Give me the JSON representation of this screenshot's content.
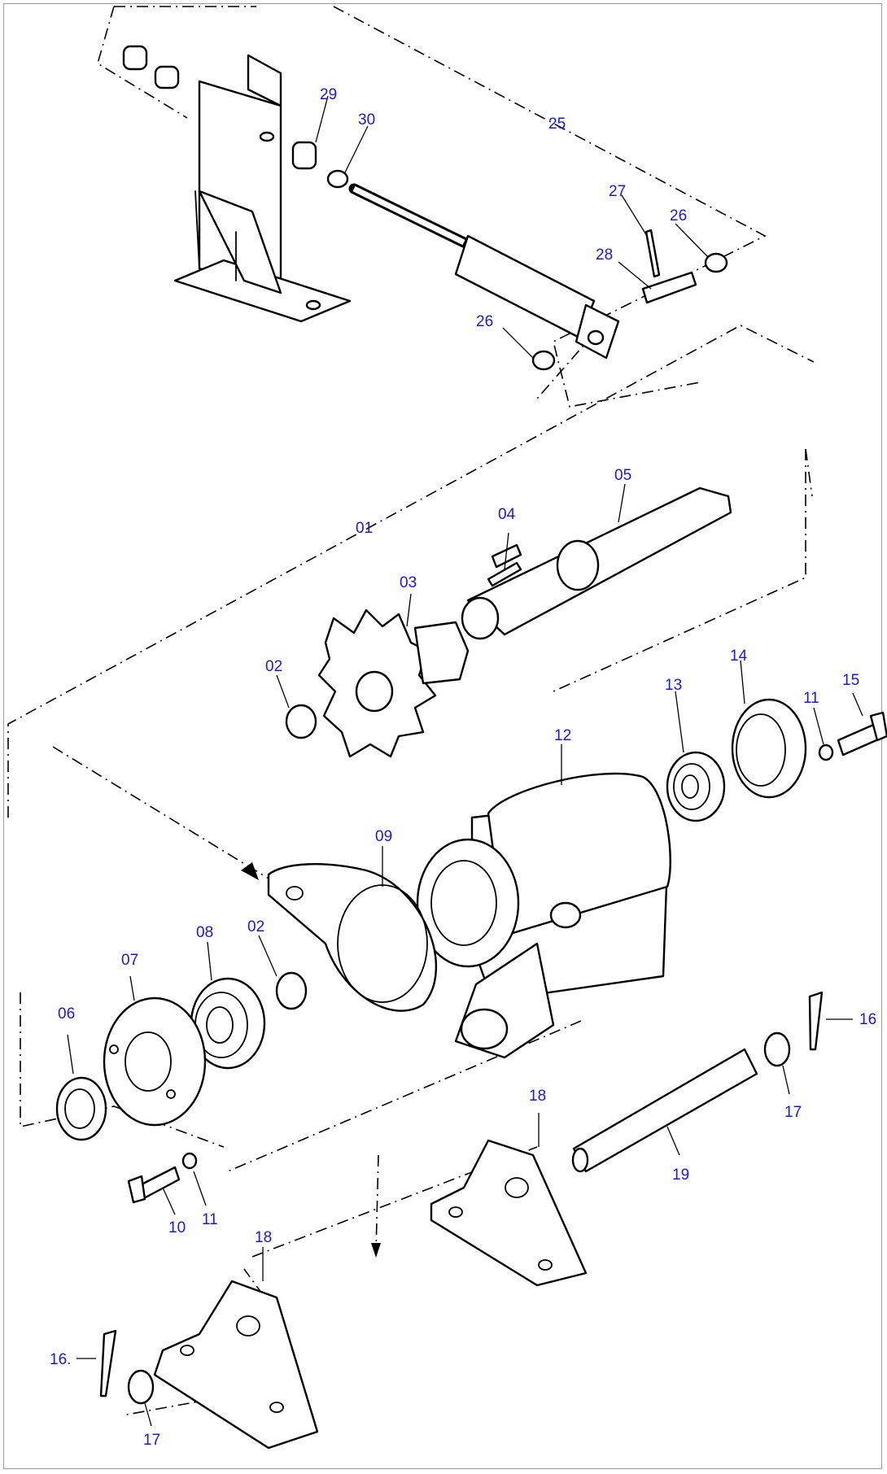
{
  "callouts": [
    {
      "id": "29",
      "text": "29"
    },
    {
      "id": "30",
      "text": "30"
    },
    {
      "id": "25",
      "text": "25"
    },
    {
      "id": "27",
      "text": "27"
    },
    {
      "id": "26a",
      "text": "26"
    },
    {
      "id": "28",
      "text": "28"
    },
    {
      "id": "26b",
      "text": "26"
    },
    {
      "id": "05",
      "text": "05"
    },
    {
      "id": "04",
      "text": "04"
    },
    {
      "id": "01",
      "text": "01"
    },
    {
      "id": "03",
      "text": "03"
    },
    {
      "id": "02a",
      "text": "02"
    },
    {
      "id": "14",
      "text": "14"
    },
    {
      "id": "13",
      "text": "13"
    },
    {
      "id": "15",
      "text": "15"
    },
    {
      "id": "11a",
      "text": "11"
    },
    {
      "id": "12",
      "text": "12"
    },
    {
      "id": "09",
      "text": "09"
    },
    {
      "id": "08",
      "text": "08"
    },
    {
      "id": "02b",
      "text": "02"
    },
    {
      "id": "07",
      "text": "07"
    },
    {
      "id": "06",
      "text": "06"
    },
    {
      "id": "16a",
      "text": "16"
    },
    {
      "id": "17a",
      "text": "17"
    },
    {
      "id": "18a",
      "text": "18"
    },
    {
      "id": "19",
      "text": "19"
    },
    {
      "id": "10",
      "text": "10"
    },
    {
      "id": "11b",
      "text": "11"
    },
    {
      "id": "18b",
      "text": "18"
    },
    {
      "id": "16b",
      "text": "16."
    },
    {
      "id": "17b",
      "text": "17"
    }
  ]
}
